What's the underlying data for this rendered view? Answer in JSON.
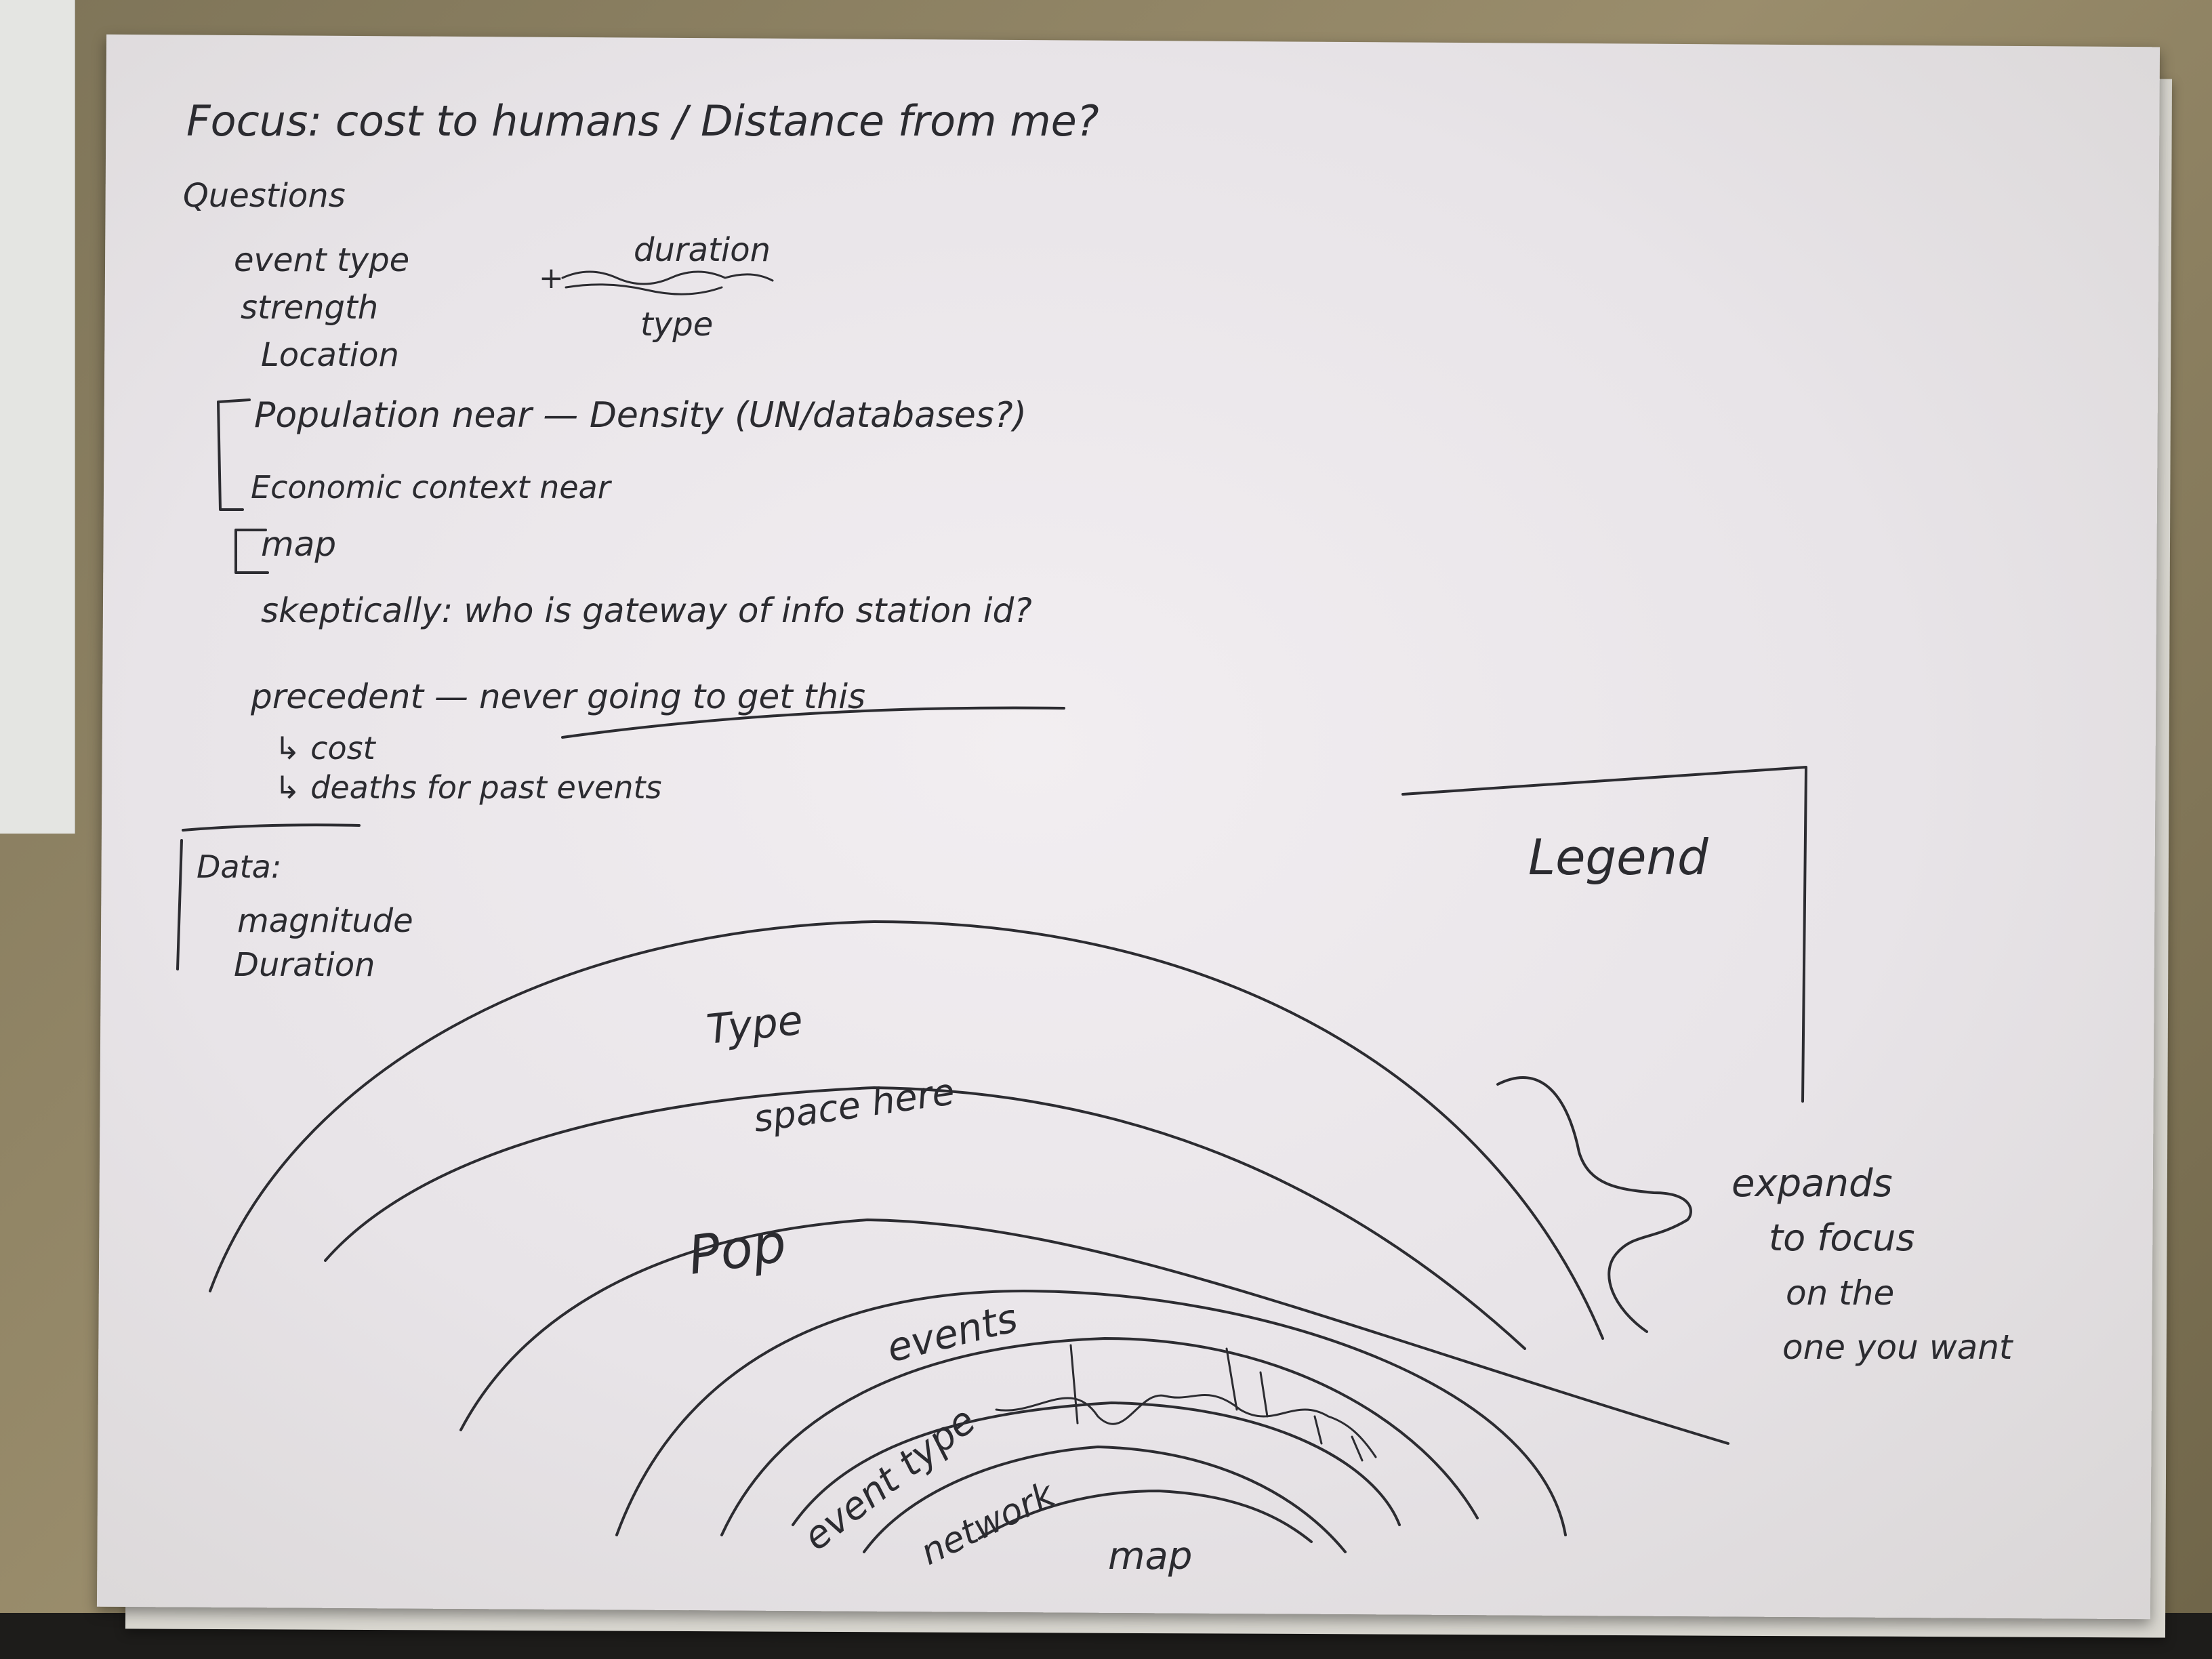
{
  "notes": {
    "focus": "Focus: cost to humans / Distance from me?",
    "questions_heading": "Questions",
    "event_type": "event type",
    "duration": "duration",
    "plus": "+",
    "strength": "strength",
    "type_under_duration": "type",
    "location": "Location",
    "population_near": "Population near — Density (UN/databases?)",
    "economic_context": "Economic context near",
    "map": "map",
    "skeptically": "skeptically: who is gateway of info  station id?",
    "precedent": "precedent — never going to get this",
    "cost": "↳ cost",
    "deaths": "↳ deaths for past events",
    "data_heading": "Data:",
    "magnitude": "magnitude",
    "data_duration": "Duration"
  },
  "diagram": {
    "legend": "Legend",
    "ring_type": "Type",
    "ring_space": "space here",
    "ring_pop": "Pop",
    "ring_events": "events",
    "ring_events_inner": "event type",
    "ring_network": "network",
    "ring_map": "map",
    "expands_1": "expands",
    "expands_2": "to focus",
    "expands_3": "on the",
    "expands_4": "one you want"
  }
}
